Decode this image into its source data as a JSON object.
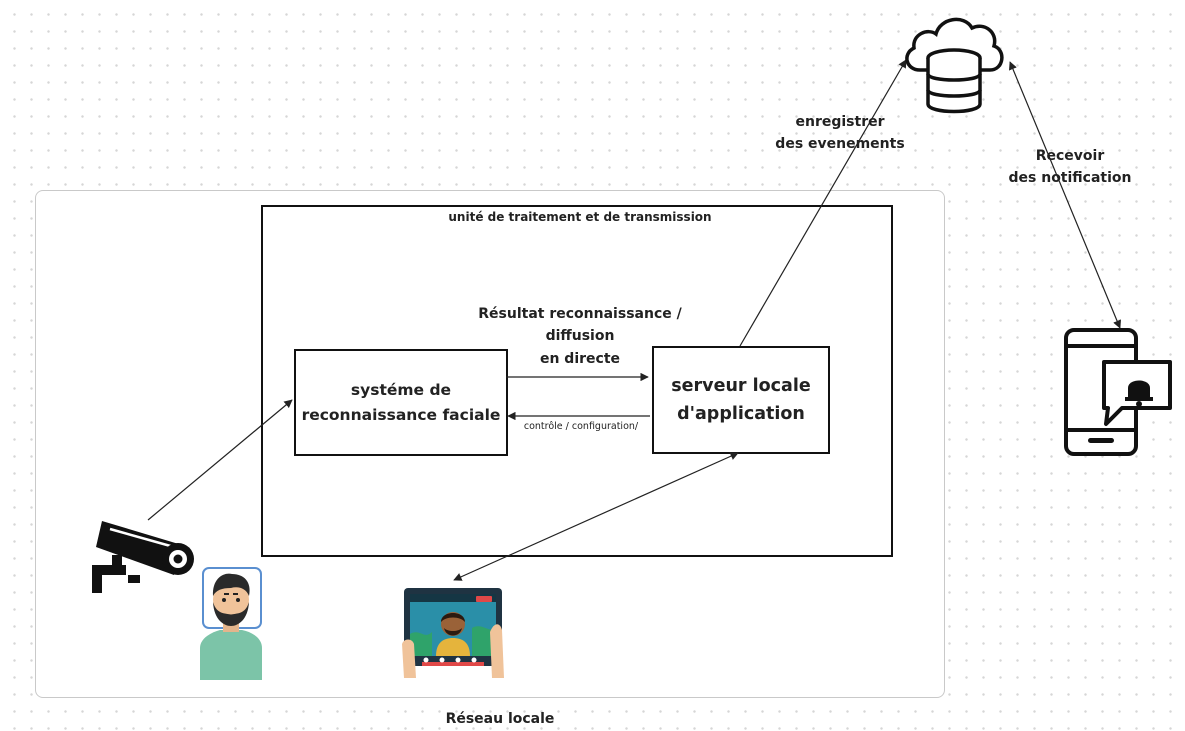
{
  "diagram": {
    "processing_unit_title": "unité de traitement et de transmission",
    "face_recognition_box": "systéme de\nreconnaissance faciale",
    "server_box": "serveur locale\nd'application",
    "result_label": "Résultat reconnaissance /\ndiffusion\nen directe",
    "control_label": "contrôle / configuration/",
    "record_events_label": "enregistrer\ndes evenements",
    "receive_notifications_label": "Recevoir\ndes notification",
    "network_label": "Réseau locale"
  },
  "icons": {
    "cloud": "cloud-database-icon",
    "camera": "security-camera-icon",
    "person": "person-face-icon",
    "tablet": "tablet-live-stream-icon",
    "phone": "phone-notification-icon"
  },
  "colors": {
    "person_shirt": "#7cc4a8",
    "person_frame": "#5a8fd0",
    "tablet_screen": "#2a8fa8",
    "stream_badge": "#e04848"
  }
}
